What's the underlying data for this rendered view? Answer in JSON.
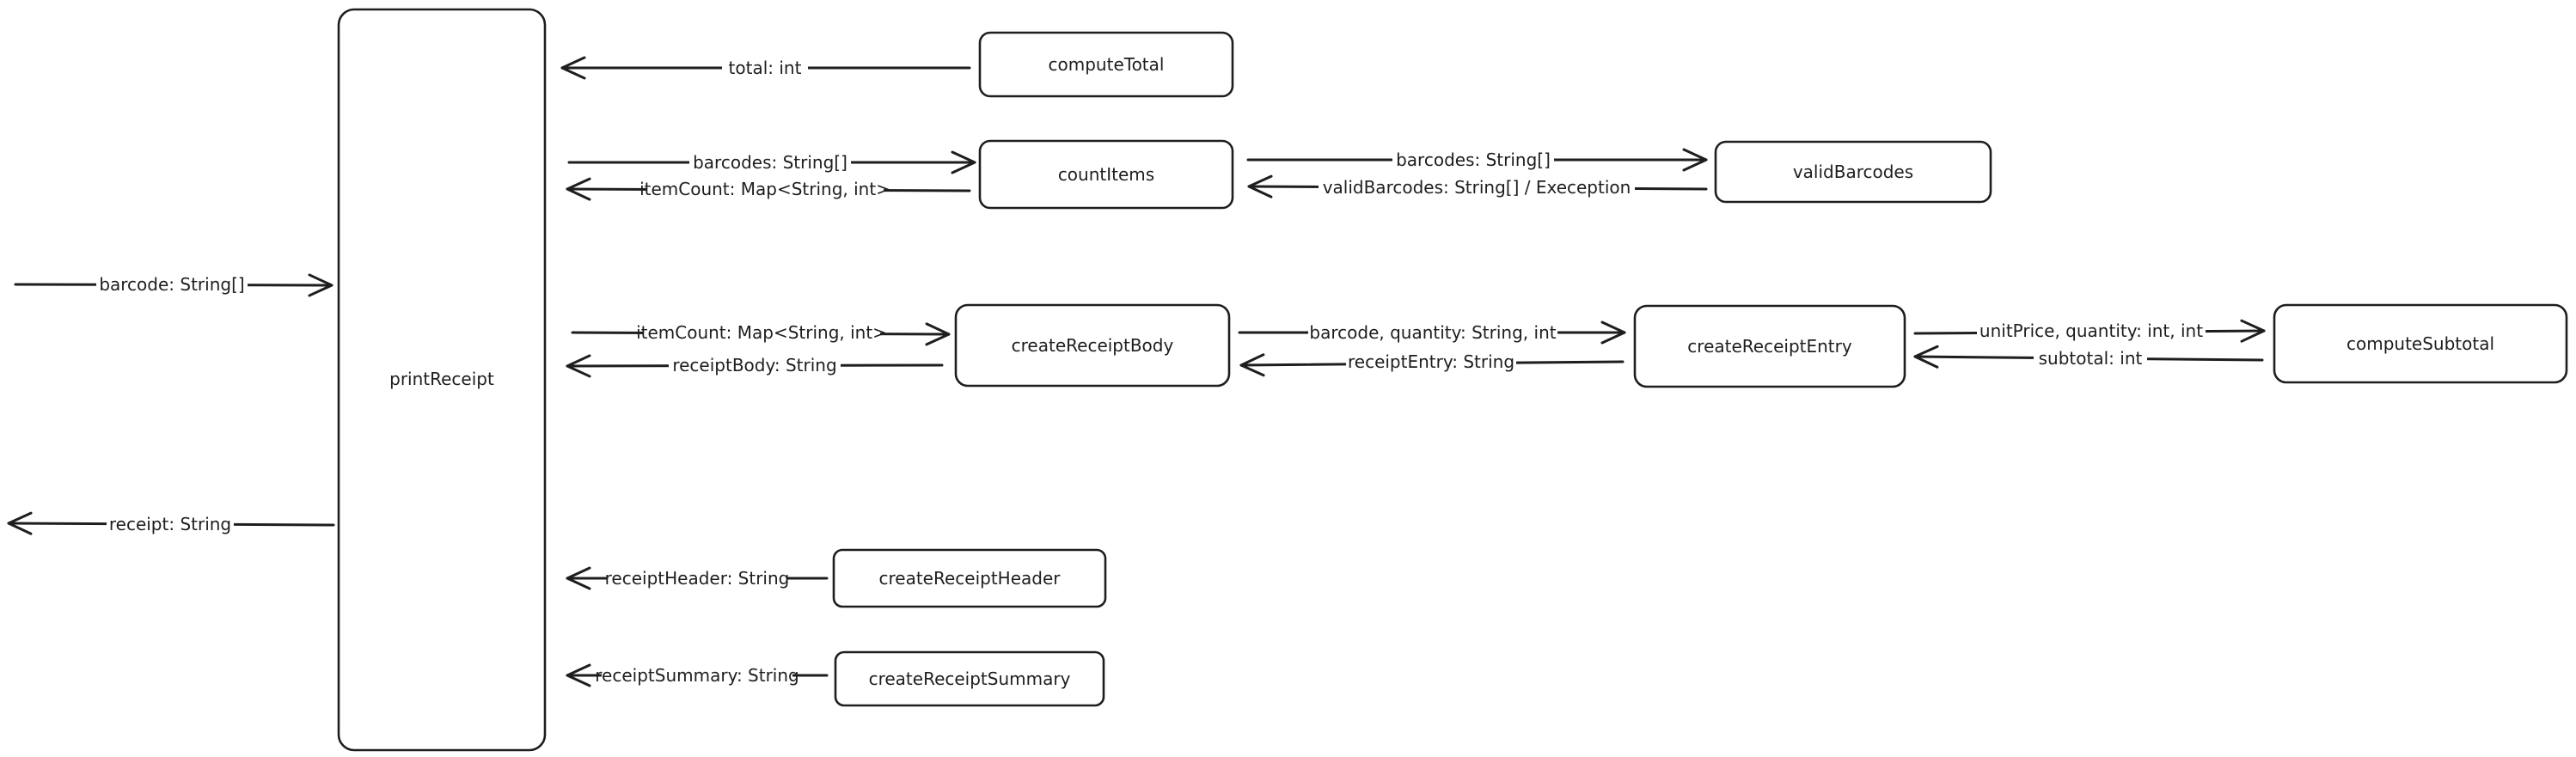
{
  "colors": {
    "background": "#ffffff",
    "stroke": "#1e1e1e",
    "text": "#1e1e1e"
  },
  "nodes": {
    "printReceipt": {
      "label": "printReceipt"
    },
    "computeTotal": {
      "label": "computeTotal"
    },
    "countItems": {
      "label": "countItems"
    },
    "validBarcodes": {
      "label": "validBarcodes"
    },
    "createReceiptBody": {
      "label": "createReceiptBody"
    },
    "createReceiptEntry": {
      "label": "createReceiptEntry"
    },
    "computeSubtotal": {
      "label": "computeSubtotal"
    },
    "createReceiptHeader": {
      "label": "createReceiptHeader"
    },
    "createReceiptSummary": {
      "label": "createReceiptSummary"
    }
  },
  "edges": {
    "input_barcode": {
      "label": "barcode: String[]"
    },
    "output_receipt": {
      "label": "receipt: String"
    },
    "total": {
      "label": "total: int"
    },
    "barcodes_to_count": {
      "label": "barcodes: String[]"
    },
    "itemCount_from_count": {
      "label": "itemCount: Map<String, int>"
    },
    "barcodes_to_valid": {
      "label": "barcodes: String[]"
    },
    "validBarcodes_back": {
      "label": "validBarcodes: String[] / Exeception"
    },
    "itemCount_to_body": {
      "label": "itemCount: Map<String, int>"
    },
    "receiptBody_back": {
      "label": "receiptBody: String"
    },
    "barcode_quantity": {
      "label": "barcode, quantity: String, int"
    },
    "receiptEntry_back": {
      "label": "receiptEntry: String"
    },
    "unitPrice_quantity": {
      "label": "unitPrice, quantity: int, int"
    },
    "subtotal_back": {
      "label": "subtotal: int"
    },
    "receiptHeader": {
      "label": "receiptHeader: String"
    },
    "receiptSummary": {
      "label": "receiptSummary: String"
    }
  }
}
